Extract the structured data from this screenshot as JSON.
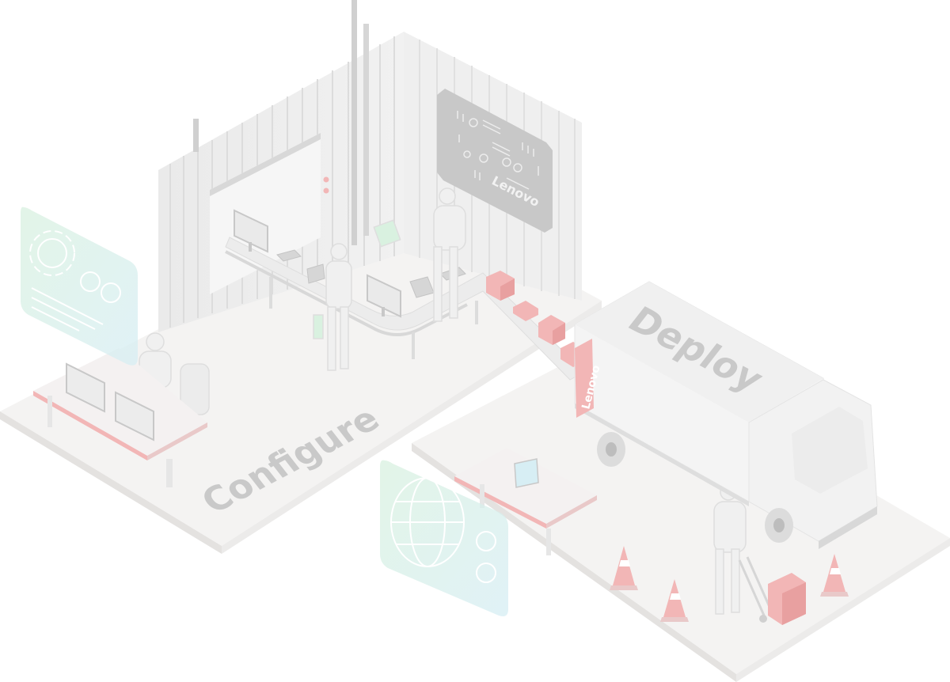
{
  "labels": {
    "configure": "Configure",
    "deploy": "Deploy",
    "brand_sign": "Lenovo",
    "brand_banner": "Lenovo"
  },
  "colors": {
    "floor": "#f4f3f2",
    "floor_edge": "#e1dfdd",
    "wall": "#e6e6e6",
    "wall_dark": "#d2d2d2",
    "accent_red": "#f2b6b6",
    "accent_red_dark": "#e58f8f",
    "label_text": "#c9c9c9",
    "sign_bg": "#c8c8c8",
    "holo_green": "#d9f1e0",
    "holo_blue": "#d7eef4"
  },
  "icons": {
    "left_hologram": "user-profile-hologram-icon",
    "lower_hologram": "globe-hologram-icon",
    "sign_pattern": "dot-pattern-icon"
  }
}
